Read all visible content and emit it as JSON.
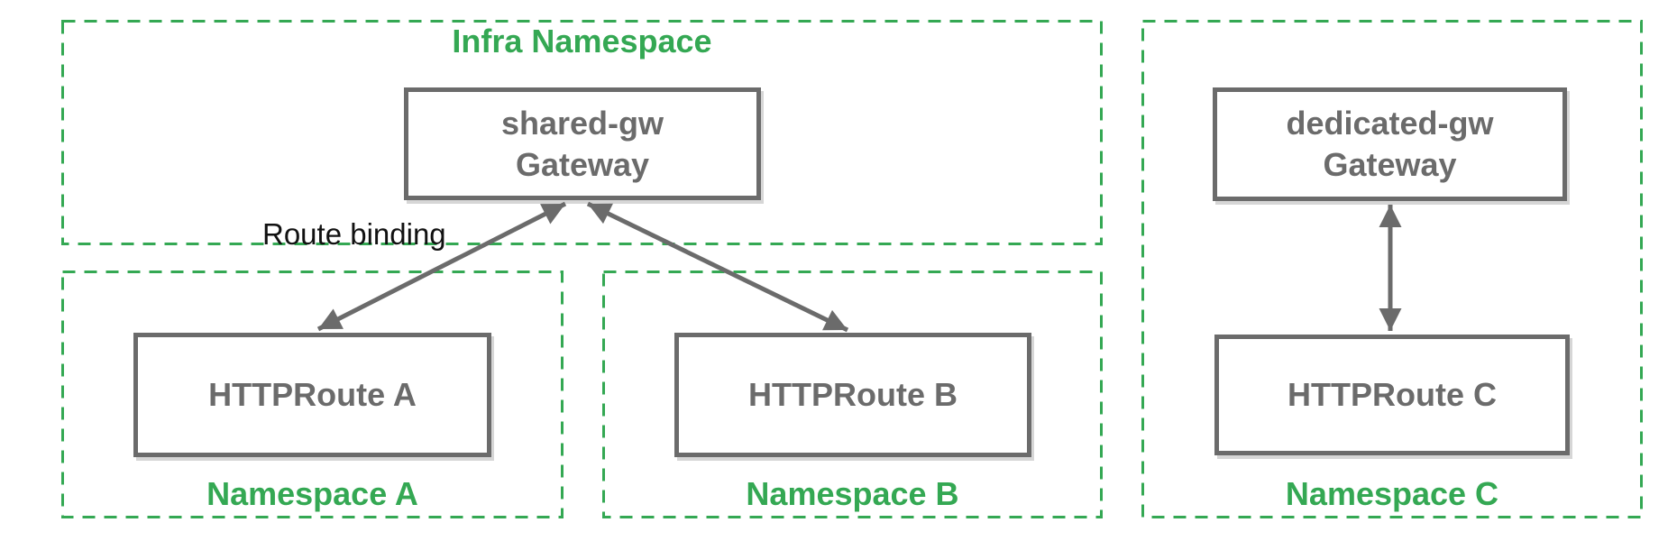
{
  "diagram": {
    "title_context": "Gateway API namespace route binding diagram",
    "colors": {
      "namespace_green": "#34a853",
      "node_gray": "#6b6b6b",
      "annotation_black": "#111111",
      "background": "#ffffff"
    },
    "infra_namespace": {
      "label": "Infra Namespace",
      "gateway": {
        "name": "shared-gw",
        "kind": "Gateway"
      }
    },
    "namespace_a": {
      "label": "Namespace A",
      "route": "HTTPRoute A"
    },
    "namespace_b": {
      "label": "Namespace B",
      "route": "HTTPRoute B"
    },
    "namespace_c": {
      "label": "Namespace C",
      "gateway": {
        "name": "dedicated-gw",
        "kind": "Gateway"
      },
      "route": "HTTPRoute C"
    },
    "annotations": {
      "route_binding": "Route binding"
    },
    "connections": [
      {
        "from": "HTTPRoute A",
        "to": "shared-gw Gateway",
        "label": "Route binding",
        "arrowheads": "both"
      },
      {
        "from": "HTTPRoute B",
        "to": "shared-gw Gateway",
        "label": "",
        "arrowheads": "both"
      },
      {
        "from": "HTTPRoute C",
        "to": "dedicated-gw Gateway",
        "label": "",
        "arrowheads": "both"
      }
    ]
  }
}
